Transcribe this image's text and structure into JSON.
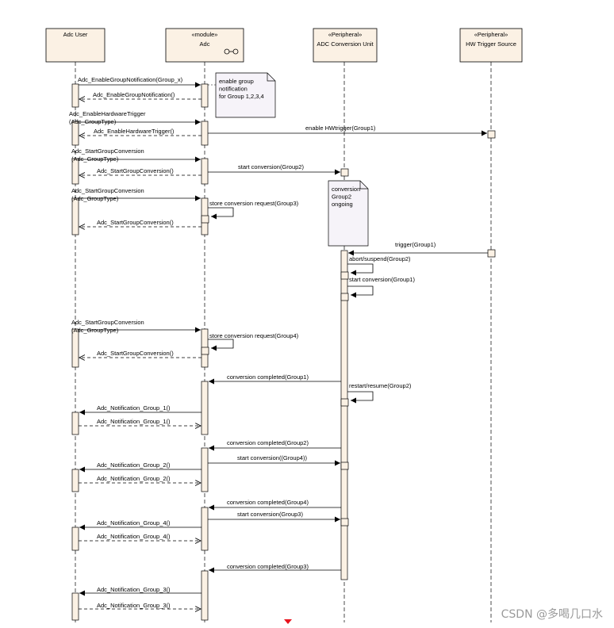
{
  "participants": [
    {
      "id": "user",
      "stereotype": "",
      "name": "Adc User"
    },
    {
      "id": "adc",
      "stereotype": "«module»",
      "name": "Adc"
    },
    {
      "id": "unit",
      "stereotype": "«Peripheral»",
      "name": "ADC Conversion Unit"
    },
    {
      "id": "hw",
      "stereotype": "«Peripheral»",
      "name": "HW Trigger Source"
    }
  ],
  "notes": [
    {
      "id": "note1",
      "lines": [
        "enable group",
        "notification",
        "for Group 1,2,3,4"
      ]
    },
    {
      "id": "note2",
      "lines": [
        "conversion",
        "Group2",
        "ongoing"
      ]
    }
  ],
  "messages": [
    {
      "id": "m1",
      "from": "user",
      "to": "adc",
      "style": "sync",
      "label": "Adc_EnableGroupNotification(Group_x)"
    },
    {
      "id": "m2",
      "from": "adc",
      "to": "user",
      "style": "return",
      "label": "Adc_EnableGroupNotification()"
    },
    {
      "id": "m3",
      "from": "user",
      "to": "adc",
      "style": "sync",
      "label": "Adc_EnableHardwareTrigger (Adc_GroupType)"
    },
    {
      "id": "m4",
      "from": "adc",
      "to": "user",
      "style": "return",
      "label": "Adc_EnableHardwareTrigger()"
    },
    {
      "id": "m5",
      "from": "adc",
      "to": "hw",
      "style": "sync",
      "label": "enable HWtrigger(Group1)"
    },
    {
      "id": "m6",
      "from": "user",
      "to": "adc",
      "style": "sync",
      "label": "Adc_StartGroupConversion (Adc_GroupType)"
    },
    {
      "id": "m7",
      "from": "adc",
      "to": "user",
      "style": "return",
      "label": "Adc_StartGroupConversion()"
    },
    {
      "id": "m8",
      "from": "adc",
      "to": "unit",
      "style": "sync",
      "label": "start conversion(Group2)"
    },
    {
      "id": "m9",
      "from": "user",
      "to": "adc",
      "style": "sync",
      "label": "Adc_StartGroupConversion (Adc_GroupType)"
    },
    {
      "id": "m10",
      "from": "adc",
      "to": "adc",
      "style": "self",
      "label": "store conversion request(Group3)"
    },
    {
      "id": "m11",
      "from": "adc",
      "to": "user",
      "style": "return",
      "label": "Adc_StartGroupConversion()"
    },
    {
      "id": "m12",
      "from": "hw",
      "to": "unit",
      "style": "sync",
      "label": "trigger(Group1)"
    },
    {
      "id": "m13",
      "from": "unit",
      "to": "unit",
      "style": "self",
      "label": "abort/suspend(Group2)"
    },
    {
      "id": "m14",
      "from": "unit",
      "to": "unit",
      "style": "self",
      "label": "start conversion(Group1)"
    },
    {
      "id": "m15",
      "from": "user",
      "to": "adc",
      "style": "sync",
      "label": "Adc_StartGroupConversion (Adc_GroupType)"
    },
    {
      "id": "m16",
      "from": "adc",
      "to": "adc",
      "style": "self",
      "label": "store conversion request(Group4)"
    },
    {
      "id": "m17",
      "from": "adc",
      "to": "user",
      "style": "return",
      "label": "Adc_StartGroupConversion()"
    },
    {
      "id": "m18",
      "from": "unit",
      "to": "adc",
      "style": "sync",
      "label": "conversion completed(Group1)"
    },
    {
      "id": "m19",
      "from": "unit",
      "to": "unit",
      "style": "self",
      "label": "restart/resume(Group2)"
    },
    {
      "id": "m20",
      "from": "adc",
      "to": "user",
      "style": "sync",
      "label": "Adc_Notification_Group_1()"
    },
    {
      "id": "m21",
      "from": "user",
      "to": "adc",
      "style": "return",
      "label": "Adc_Notification_Group_1()"
    },
    {
      "id": "m22",
      "from": "unit",
      "to": "adc",
      "style": "sync",
      "label": "conversion completed(Group2)"
    },
    {
      "id": "m23",
      "from": "adc",
      "to": "unit",
      "style": "sync",
      "label": "start conversion((Group4))"
    },
    {
      "id": "m24",
      "from": "adc",
      "to": "user",
      "style": "sync",
      "label": "Adc_Notification_Group_2()"
    },
    {
      "id": "m25",
      "from": "user",
      "to": "adc",
      "style": "return",
      "label": "Adc_Notification_Group_2()"
    },
    {
      "id": "m26",
      "from": "unit",
      "to": "adc",
      "style": "sync",
      "label": "conversion completed(Group4)"
    },
    {
      "id": "m27",
      "from": "adc",
      "to": "unit",
      "style": "sync",
      "label": "start conversion(Group3)"
    },
    {
      "id": "m28",
      "from": "adc",
      "to": "user",
      "style": "sync",
      "label": "Adc_Notification_Group_4()"
    },
    {
      "id": "m29",
      "from": "user",
      "to": "adc",
      "style": "return",
      "label": "Adc_Notification_Group_4()"
    },
    {
      "id": "m30",
      "from": "unit",
      "to": "adc",
      "style": "sync",
      "label": "conversion completed(Group3)"
    },
    {
      "id": "m31",
      "from": "adc",
      "to": "user",
      "style": "sync",
      "label": "Adc_Notification_Group_3()"
    },
    {
      "id": "m32",
      "from": "user",
      "to": "adc",
      "style": "return",
      "label": "Adc_Notification_Group_3()"
    }
  ],
  "watermark": "CSDN @多喝几口水",
  "colors": {
    "fill": "#fbf1e4",
    "note_fill": "#f6f3f9",
    "line": "#000000",
    "marker": "#e8141e"
  }
}
